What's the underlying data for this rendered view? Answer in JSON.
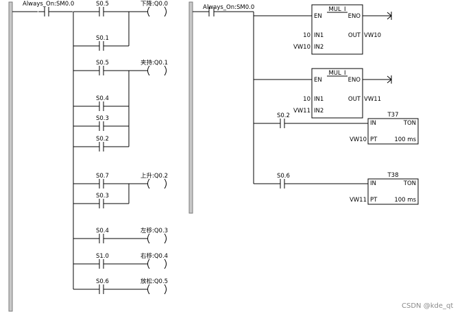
{
  "watermark": "CSDN @kde_qt",
  "left_network": {
    "input_label": "Always_On:SM0.0",
    "rungs": [
      {
        "contacts": [
          "S0.5",
          "S0.1"
        ],
        "coil": "下降:Q0.0"
      },
      {
        "contacts": [
          "S0.5",
          "S0.4",
          "S0.3",
          "S0.2"
        ],
        "coil": "夹持:Q0.1"
      },
      {
        "contacts": [
          "S0.7",
          "S0.3"
        ],
        "coil": "上升:Q0.2"
      },
      {
        "contacts": [
          "S0.4"
        ],
        "coil": "左移:Q0.3"
      },
      {
        "contacts": [
          "S1.0"
        ],
        "coil": "右移:Q0.4"
      },
      {
        "contacts": [
          "S0.6"
        ],
        "coil": "放松:Q0.5"
      }
    ]
  },
  "right_network": {
    "input_label": "Always_On:SM0.0",
    "mul_blocks": [
      {
        "title": "MUL_I",
        "en": "EN",
        "eno": "ENO",
        "in1_label": "IN1",
        "in1_value": "10",
        "in2_label": "IN2",
        "in2_value": "VW10",
        "out_label": "OUT",
        "out_value": "VW10"
      },
      {
        "title": "MUL_I",
        "en": "EN",
        "eno": "ENO",
        "in1_label": "IN1",
        "in1_value": "10",
        "in2_label": "IN2",
        "in2_value": "VW11",
        "out_label": "OUT",
        "out_value": "VW11"
      }
    ],
    "timers": [
      {
        "contact": "S0.2",
        "name": "T37",
        "in_label": "IN",
        "type": "TON",
        "pt_label": "PT",
        "pt_value": "VW10",
        "resolution": "100 ms"
      },
      {
        "contact": "S0.6",
        "name": "T38",
        "in_label": "IN",
        "type": "TON",
        "pt_label": "PT",
        "pt_value": "VW11",
        "resolution": "100 ms"
      }
    ]
  },
  "colors": {
    "line": "#000000",
    "const_value": "#6b6b00",
    "rail": "#c8c8c8",
    "watermark": "#8a8a8a"
  }
}
